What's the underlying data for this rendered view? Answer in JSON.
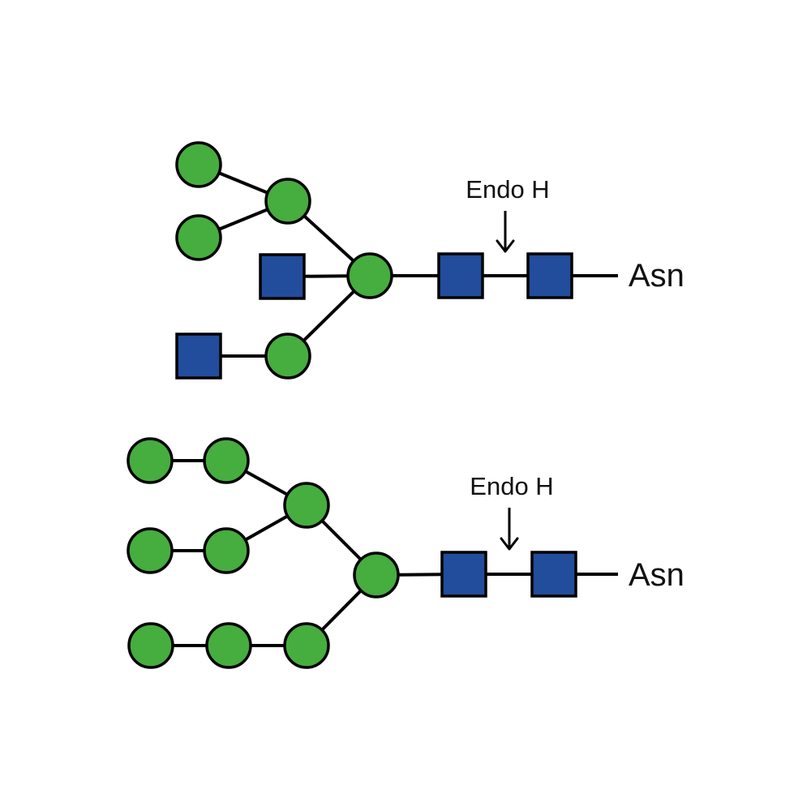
{
  "colors": {
    "mannose": "#46ad3f",
    "glcnac": "#214d9c",
    "outline": "#000000"
  },
  "icons": {
    "mannose": "green-circle",
    "glcnac": "blue-square"
  },
  "glycans": [
    {
      "id": "hybrid",
      "cleavage_label": "Endo H",
      "anchor_label": "Asn"
    },
    {
      "id": "high-mannose",
      "cleavage_label": "Endo H",
      "anchor_label": "Asn"
    }
  ]
}
